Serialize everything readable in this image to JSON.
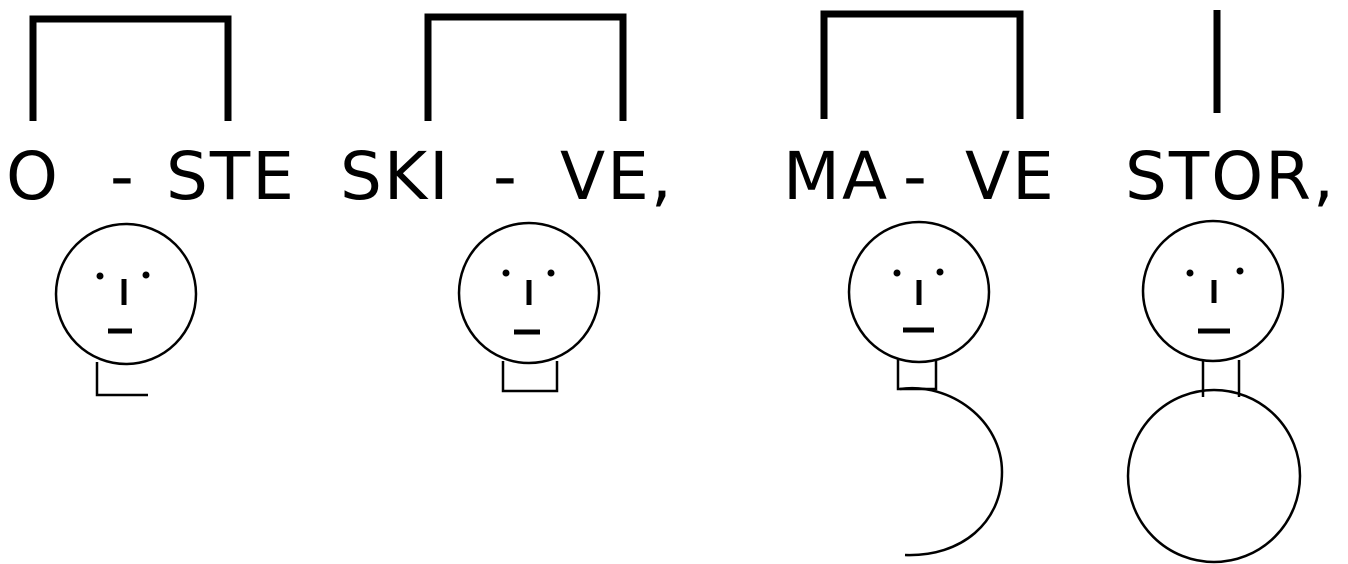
{
  "ink_color": "#000000",
  "background_color": "#ffffff",
  "lyrics": {
    "w1": "O",
    "h1": "-",
    "w2": "STE",
    "w3": "SKI",
    "h2": "-",
    "w4": "VE,",
    "w5": "MA",
    "h3": "-",
    "w6": "VE",
    "w7": "STOR,"
  },
  "figures": [
    {
      "body_part": "neck",
      "shape": "open-neck"
    },
    {
      "body_part": "neck",
      "shape": "closed-neck"
    },
    {
      "body_part": "belly",
      "shape": "half-circle"
    },
    {
      "body_part": "belly",
      "shape": "full-circle"
    }
  ]
}
